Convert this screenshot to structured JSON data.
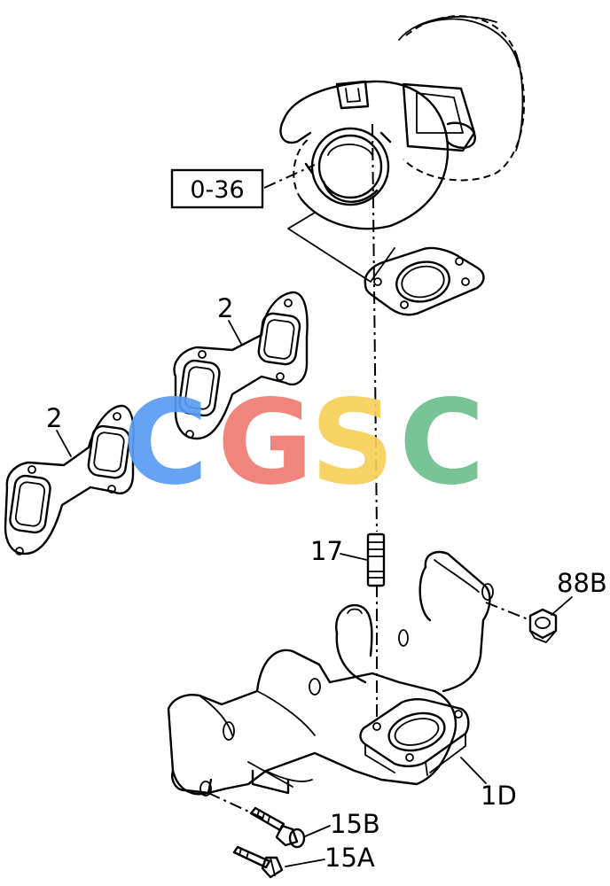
{
  "diagram": {
    "reference_box": "0-36",
    "labels": {
      "gasket_upper": "2",
      "gasket_lower": "2",
      "stud": "17",
      "nut": "88B",
      "manifold": "1D",
      "bolt_b": "15B",
      "bolt_a": "15A"
    }
  },
  "watermark": {
    "letters": [
      "C",
      "G",
      "S",
      "C"
    ],
    "colors": [
      "#5b9cf5",
      "#ef7b74",
      "#f7d05a",
      "#6dbf8f"
    ]
  }
}
